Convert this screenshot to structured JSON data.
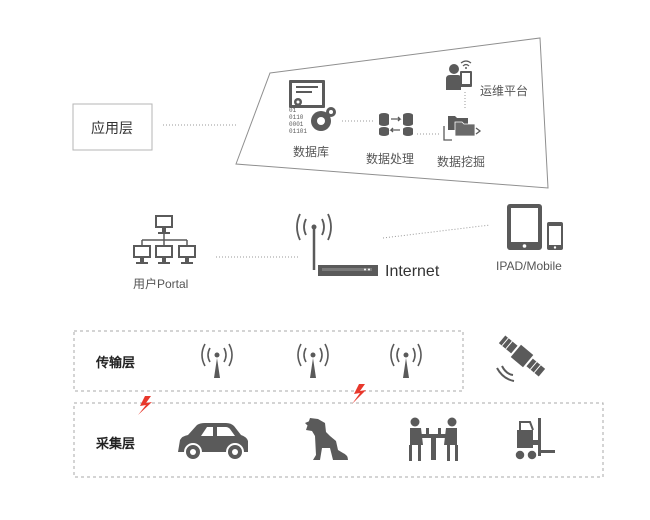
{
  "application_layer": {
    "label": "应用层",
    "items": {
      "database": "数据库",
      "processing": "数据处理",
      "mining": "数据挖掘",
      "ops_platform": "运维平台"
    },
    "binary_text": [
      "01",
      "0110",
      "0001",
      "01101"
    ]
  },
  "network": {
    "user_portal": "用户Portal",
    "internet": "Internet",
    "mobile": "IPAD/Mobile"
  },
  "transport_layer": {
    "label": "传输层"
  },
  "collection_layer": {
    "label": "采集层"
  },
  "colors": {
    "icon": "#5a5a5a",
    "accent": "#e8382c",
    "border": "#aaaaaa"
  }
}
